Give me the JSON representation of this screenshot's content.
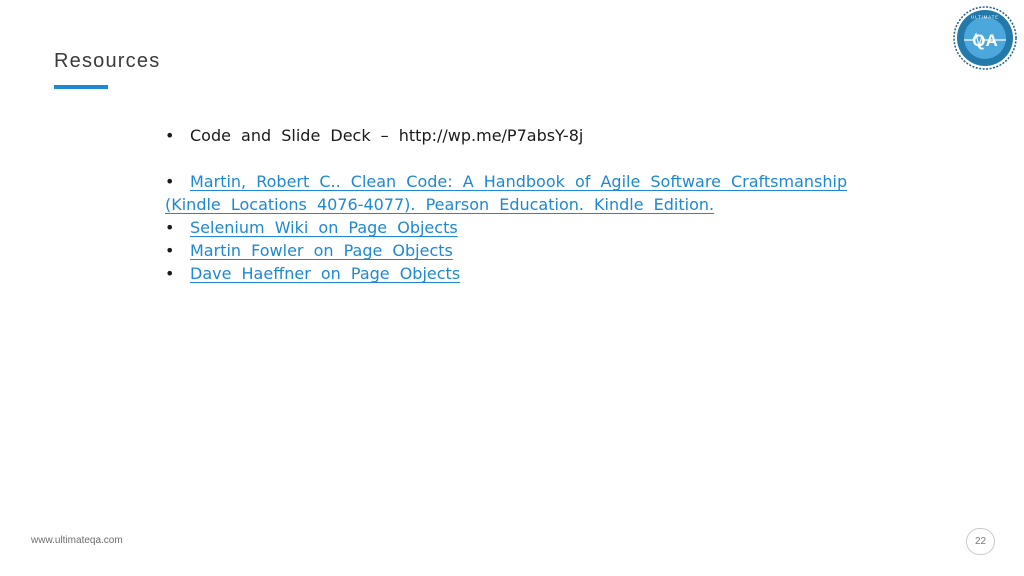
{
  "slide": {
    "title": "Resources",
    "accent_color": "#1e88d2",
    "logo_icon": "ultimate-qa-logo",
    "logo_text": "QA",
    "logo_ring_text": "ULTIMATE"
  },
  "items": [
    {
      "bullet": "•",
      "text": "Code and Slide Deck – http://wp.me/P7absY-8j",
      "is_link": false
    },
    {
      "bullet": "•",
      "text": "Martin, Robert C.. Clean Code: A Handbook of Agile Software Craftsmanship (Kindle Locations 4076-4077). Pearson Education. Kindle Edition.",
      "is_link": true
    },
    {
      "bullet": "•",
      "text": "Selenium Wiki on Page Objects",
      "is_link": true
    },
    {
      "bullet": "•",
      "text": "Martin Fowler on Page Objects",
      "is_link": true
    },
    {
      "bullet": "•",
      "text": "Dave Haeffner on Page Objects",
      "is_link": true
    }
  ],
  "footer": {
    "url": "www.ultimateqa.com",
    "page_number": "22"
  }
}
